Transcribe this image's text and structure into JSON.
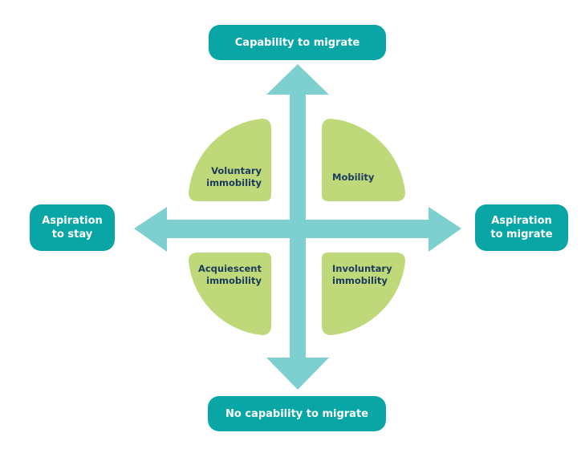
{
  "diagram": {
    "axes": {
      "top": "Capability to migrate",
      "bottom": "No capability to migrate",
      "left_line1": "Aspiration",
      "left_line2": "to stay",
      "right_line1": "Aspiration",
      "right_line2": "to migrate"
    },
    "quadrants": {
      "top_left_line1": "Voluntary",
      "top_left_line2": "immobility",
      "top_right_line1": "Mobility",
      "bottom_left_line1": "Acquiescent",
      "bottom_left_line2": "immobility",
      "bottom_right_line1": "Involuntary",
      "bottom_right_line2": "immobility"
    },
    "colors": {
      "axis_box": "#0aa6a6",
      "arrow": "#7ecfd0",
      "quadrant": "#bfd97a",
      "quadrant_text": "#1b3a5c",
      "axis_text": "#ffffff"
    }
  }
}
